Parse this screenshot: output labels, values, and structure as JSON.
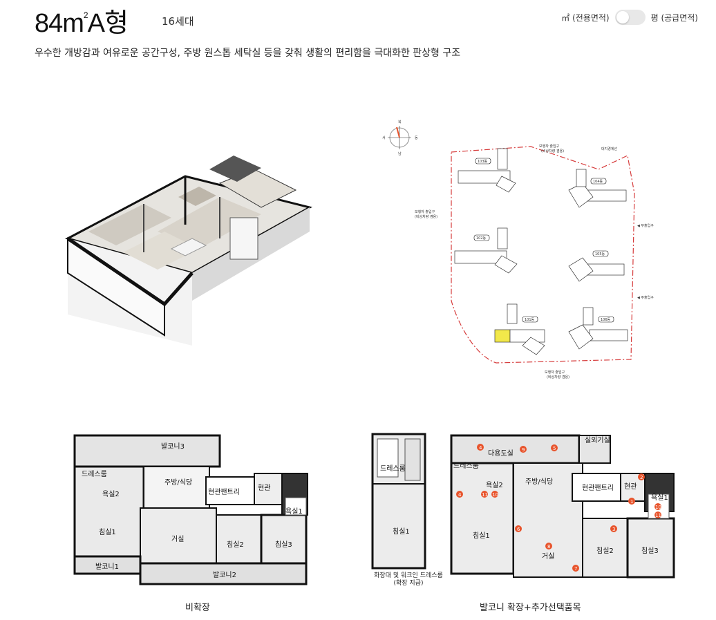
{
  "header": {
    "title": "84m",
    "title_sup": "2",
    "title_suffix": "A형",
    "households": "16세대",
    "toggle_left": "㎡ (전용면적)",
    "toggle_right": "평 (공급면적)"
  },
  "description": "우수한 개방감과 여유로운 공간구성, 주방 원스톱 세탁실 등을 갖춰 생활의 편리함을 극대화한 판상형 구조",
  "siteplan": {
    "compass": [
      "북",
      "동",
      "남",
      "서"
    ],
    "labels": {
      "top_entrance": "보행자 출입구",
      "top_entrance_sub": "(비상차량 겸용)",
      "boundary": "대지경계선",
      "left_entrance": "보행자 출입구",
      "left_entrance_sub": "(비상차량 겸용)",
      "sub_entrance": "◀ 부출입구",
      "main_entrance": "◀ 주출입구",
      "bottom_entrance": "보행자 출입구",
      "bottom_entrance_sub": "(비상차량 겸용)"
    },
    "buildings": [
      "103동",
      "104동",
      "102동",
      "105동",
      "101동",
      "106동"
    ]
  },
  "plan_a": {
    "rooms": [
      "발코니3",
      "드레스룸",
      "욕실2",
      "주방/식당",
      "현관팬트리",
      "현관",
      "욕실1",
      "침실1",
      "거실",
      "침실2",
      "침실3",
      "발코니1",
      "발코니2"
    ],
    "caption": "비확장"
  },
  "plan_b": {
    "rooms": [
      "드레스룸",
      "침실1"
    ],
    "caption_line1": "화장대 및 워크인 드레스룸",
    "caption_line2": "(확장 지급)"
  },
  "plan_c": {
    "rooms": [
      "실외기실",
      "다용도실",
      "드레스룸",
      "욕실2",
      "주방/식당",
      "현관팬트리",
      "현관",
      "욕실1",
      "침실1",
      "거실",
      "침실2",
      "침실3"
    ],
    "markers": [
      "4",
      "9",
      "5",
      "2",
      "4",
      "11",
      "10",
      "1",
      "6",
      "8",
      "3",
      "10",
      "11",
      "7"
    ],
    "caption": "발코니 확장+추가선택품목"
  },
  "colors": {
    "accent": "#e8542c",
    "highlight": "#f2e84a",
    "wall": "#1a1a1a",
    "floor": "#e9e9e9",
    "boundary": "#d63b3b"
  }
}
